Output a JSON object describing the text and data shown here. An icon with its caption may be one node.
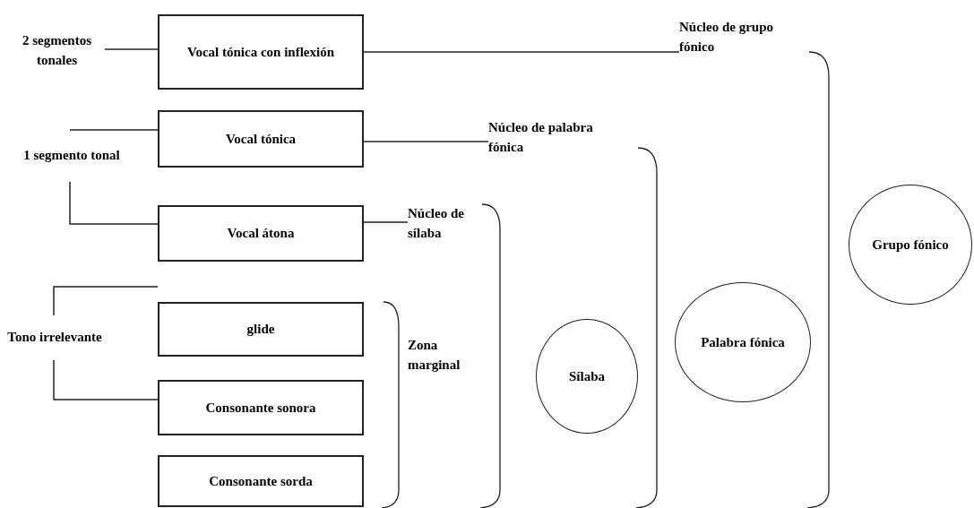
{
  "diagram": {
    "nodes": [
      {
        "text": [
          "2 segmentos tonales"
        ]
      },
      {
        "text": [
          "Vocal tónica con inflexión"
        ]
      },
      {
        "text": [
          "Núcleo de grupo fónico"
        ]
      },
      {
        "text": [
          "Vocal tónica"
        ]
      },
      {
        "text": [
          "1 segmento tonal"
        ]
      },
      {
        "text": [
          "Núcleo de palabra fónica"
        ]
      },
      {
        "text": [
          "Vocal átona"
        ]
      },
      {
        "text": [
          "Núcleo de sílaba"
        ]
      },
      {
        "text": [
          "Tono irrelevante"
        ]
      },
      {
        "text": [
          "glide"
        ]
      },
      {
        "text": [
          "Zona marginal"
        ]
      },
      {
        "text": [
          "Consonante sonora"
        ]
      },
      {
        "text": [
          "Consonante sorda"
        ]
      },
      {
        "text": [
          "Sílaba"
        ]
      },
      {
        "text": [
          "Palabra fónica"
        ]
      },
      {
        "text": [
          "Grupo fónico"
        ]
      }
    ],
    "edges": [
      {
        "from": 0,
        "to": 1,
        "arrow": "none"
      },
      {
        "from": 1,
        "to": 2,
        "arrow": "none"
      },
      {
        "from": 4,
        "to": 3,
        "arrow": "none"
      },
      {
        "from": 4,
        "to": 6,
        "arrow": "none"
      },
      {
        "from": 3,
        "to": 5,
        "arrow": "none"
      },
      {
        "from": 6,
        "to": 7,
        "arrow": "none"
      },
      {
        "from": 8,
        "to": null,
        "arrow": "none"
      },
      {
        "from": 8,
        "to": 11,
        "arrow": "none"
      }
    ]
  }
}
